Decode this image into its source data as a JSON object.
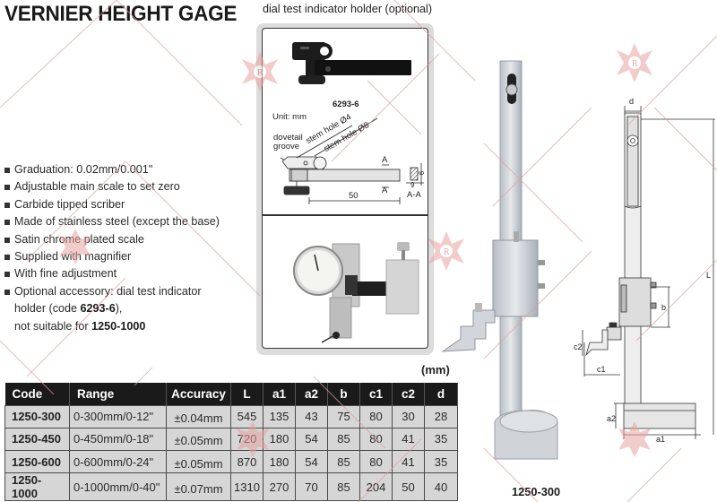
{
  "page": {
    "title": "VERNIER HEIGHT GAGE"
  },
  "features": [
    "Graduation: 0.02mm/0.001\"",
    "Adjustable main scale to set zero",
    "Carbide tipped scriber",
    "Made of stainless steel (except the base)",
    "Satin chrome plated scale",
    "Supplied with magnifier",
    "With fine adjustment",
    "Optional accessory: dial test indicator"
  ],
  "optional_note": {
    "line2_prefix": "holder (code ",
    "line2_code": "6293-6",
    "line2_suffix": "),",
    "line3_prefix": "not suitable for ",
    "line3_model": "1250-1000"
  },
  "accessory": {
    "caption": "dial test indicator holder (optional)",
    "code": "6293-6",
    "unit": "Unit: mm",
    "labels": {
      "dovetail": "dovetail",
      "groove": "groove",
      "stem_hole_4": "stem hole Ø4",
      "stem_hole_8": "stem hole Ø8",
      "section_a_top": "A",
      "section_a_bottom": "A",
      "section_aa": "A-A",
      "dim_50": "50",
      "dim_9": "9",
      "dim_9v": "9"
    }
  },
  "product_photo": {
    "caption": "1250-300"
  },
  "drawing": {
    "labels": {
      "d": "d",
      "L": "L",
      "b": "b",
      "c1": "c1",
      "c2": "c2",
      "a1": "a1",
      "a2": "a2"
    }
  },
  "table": {
    "unit": "(mm)",
    "headers": [
      "Code",
      "Range",
      "Accuracy",
      "L",
      "a1",
      "a2",
      "b",
      "c1",
      "c2",
      "d"
    ],
    "rows": [
      [
        "1250-300",
        "0-300mm/0-12\"",
        "±0.04mm",
        "545",
        "135",
        "43",
        "75",
        "80",
        "30",
        "28"
      ],
      [
        "1250-450",
        "0-450mm/0-18\"",
        "±0.05mm",
        "720",
        "180",
        "54",
        "85",
        "80",
        "41",
        "35"
      ],
      [
        "1250-600",
        "0-600mm/0-24\"",
        "±0.05mm",
        "870",
        "180",
        "54",
        "85",
        "80",
        "41",
        "35"
      ],
      [
        "1250-1000",
        "0-1000mm/0-40\"",
        "±0.07mm",
        "1310",
        "270",
        "70",
        "85",
        "204",
        "50",
        "40"
      ]
    ]
  },
  "colors": {
    "header_bg": "#1a1a1a",
    "cell_bg": "#d6d6d6",
    "watermark": "#c0504d"
  }
}
